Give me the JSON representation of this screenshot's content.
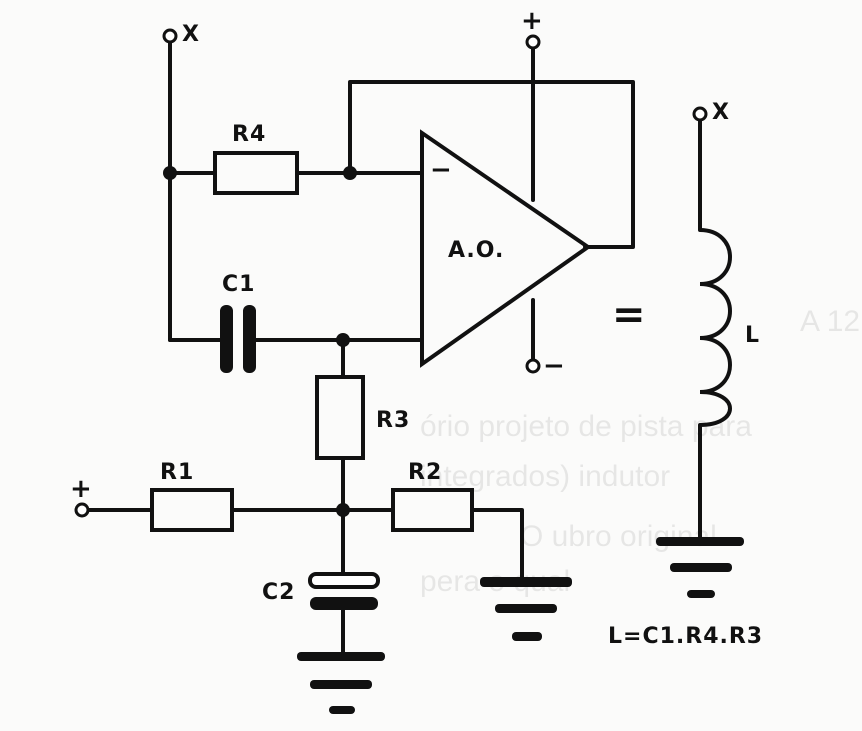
{
  "labels": {
    "x_top": "X",
    "x_right": "X",
    "r1": "R1",
    "r2": "R2",
    "r3": "R3",
    "r4": "R4",
    "c1": "C1",
    "c2": "C2",
    "opamp": "A.O.",
    "inductor": "L",
    "plus_supply": "+",
    "minus_supply": "−",
    "plus_input": "+",
    "inv_input": "−",
    "equivalence": "=",
    "formula": "L=C1.R4.R3"
  },
  "bleed_through": [
    "ório projeto de pista para",
    "integrados) indutor",
    "O ubro original",
    "pera o qual",
    "A 12"
  ]
}
